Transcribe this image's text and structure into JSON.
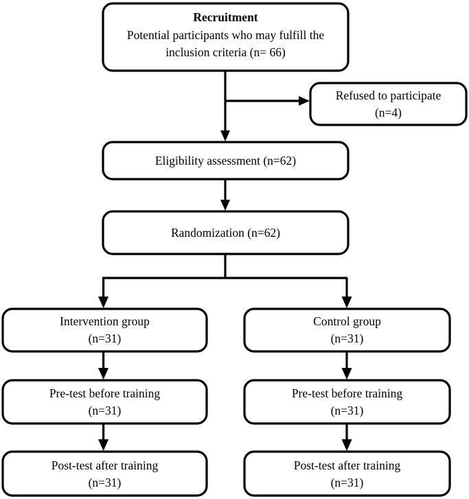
{
  "diagram": {
    "title": "CONSORT participant flow diagram",
    "type": "flowchart",
    "colors": {
      "background": "#ffffff",
      "stroke": "#000000",
      "box_fill": "#ffffff",
      "text": "#000000"
    },
    "nodes": {
      "recruitment": {
        "heading": "Recruitment",
        "line1": "Potential participants who may fulfill the",
        "line2": "inclusion criteria (n= 66)",
        "n": 66
      },
      "refused": {
        "line1": "Refused to participate",
        "line2": "(n=4)",
        "n": 4
      },
      "eligibility": {
        "line1": "Eligibility assessment (n=62)",
        "n": 62
      },
      "randomization": {
        "line1": "Randomization (n=62)",
        "n": 62
      },
      "intervention_group": {
        "line1": "Intervention group",
        "line2": "(n=31)",
        "n": 31
      },
      "control_group": {
        "line1": "Control group",
        "line2": "(n=31)",
        "n": 31
      },
      "intervention_pretest": {
        "line1": "Pre-test before training",
        "line2": "(n=31)",
        "n": 31
      },
      "control_pretest": {
        "line1": "Pre-test before training",
        "line2": "(n=31)",
        "n": 31
      },
      "intervention_posttest": {
        "line1": "Post-test after training",
        "line2": "(n=31)",
        "n": 31
      },
      "control_posttest": {
        "line1": "Post-test after training",
        "line2": "(n=31)",
        "n": 31
      }
    }
  }
}
